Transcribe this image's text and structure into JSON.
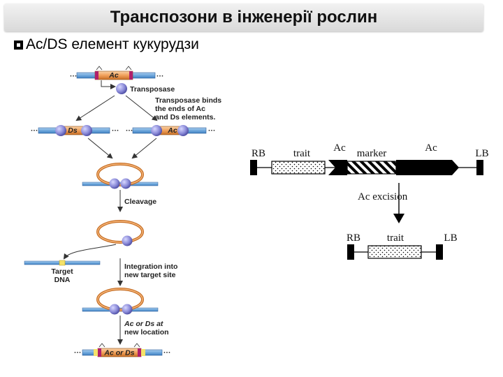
{
  "slide": {
    "title": "Транспозони в інженерії рослин",
    "bullet": "Ac/DS елемент кукурудзи"
  },
  "left_diagram": {
    "ac_label": "Ac",
    "ds_label": "Ds",
    "transposase": "Transposase",
    "binds_line1": "Transposase binds",
    "binds_line2": "the ends of Ac",
    "binds_line3": "and Ds elements.",
    "cleavage": "Cleavage",
    "target_line1": "Target",
    "target_line2": "DNA",
    "integration_line1": "Integration into",
    "integration_line2": "new target site",
    "newloc_line1": "Ac or Ds at",
    "newloc_line2": "new location",
    "final_label": "Ac or Ds"
  },
  "right_diagram": {
    "rb": "RB",
    "trait": "trait",
    "ac_left": "Ac",
    "marker": "marker",
    "ac_right": "Ac",
    "lb": "LB",
    "excision": "Ac excision",
    "rb2": "RB",
    "trait2": "trait",
    "lb2": "LB"
  },
  "colors": {
    "dna_blue": "#6fa8dc",
    "element_orange": "#f0a05a",
    "end_magenta": "#b0206a",
    "protein_purple": "#8a8ad8",
    "target_yellow": "#f4e26a"
  }
}
